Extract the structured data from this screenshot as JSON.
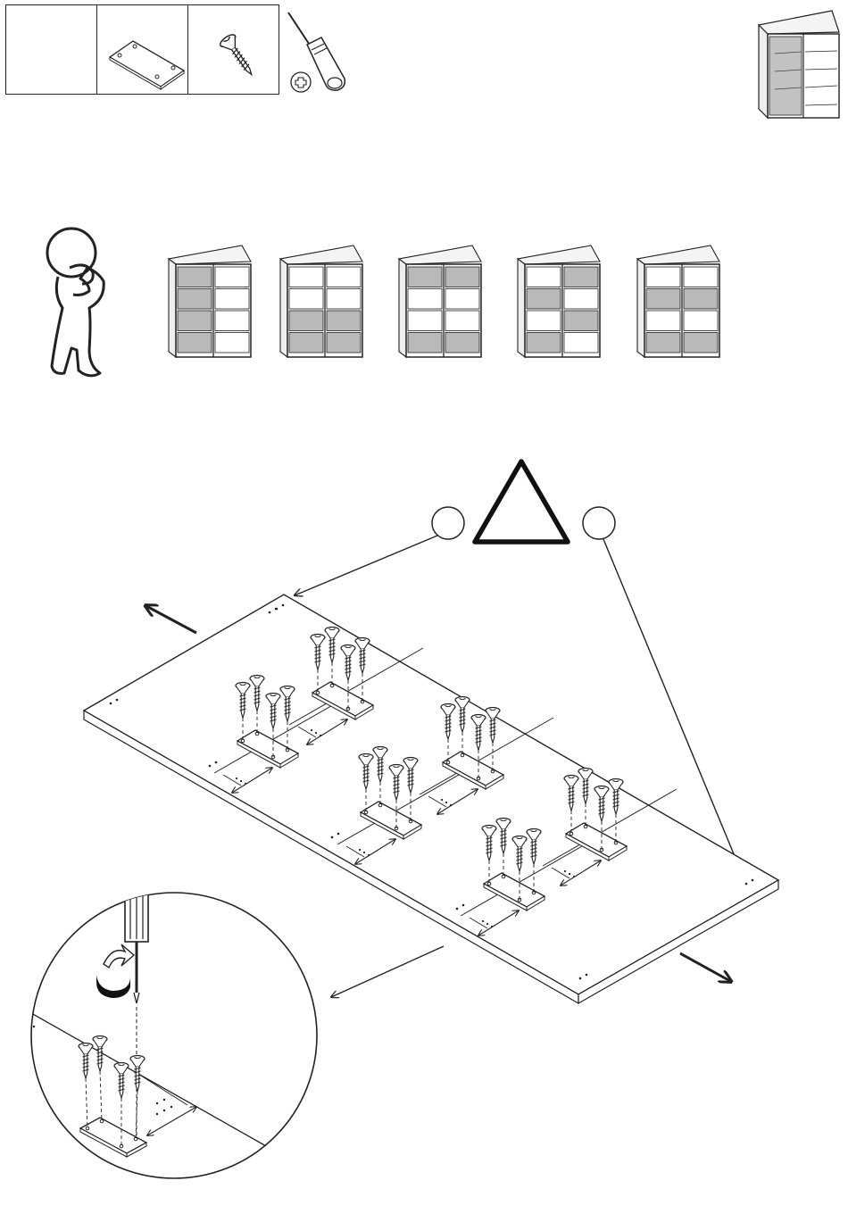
{
  "parts_table": {
    "cells": [
      {
        "name": "empty-cell",
        "count": ""
      },
      {
        "name": "mounting-plate",
        "count": ""
      },
      {
        "name": "screw",
        "count": ""
      }
    ]
  },
  "tool": {
    "name": "phillips-screwdriver",
    "tip_symbol": "⊕"
  },
  "colors": {
    "line": "#222222",
    "panel_fill": "#ffffff",
    "shaded_panel": "#b9b9b9",
    "frame": "#f4f4f4"
  },
  "wardrobe_variants": {
    "count": 5,
    "note_icon": "thinking-person-icon",
    "patterns": [
      {
        "left": [
          1,
          1,
          1,
          1
        ],
        "right": [
          0,
          0,
          0,
          0
        ]
      },
      {
        "left": [
          0,
          0,
          1,
          1
        ],
        "right": [
          0,
          0,
          1,
          1
        ]
      },
      {
        "left": [
          1,
          0,
          0,
          1
        ],
        "right": [
          1,
          0,
          0,
          1
        ]
      },
      {
        "left": [
          0,
          1,
          0,
          1
        ],
        "right": [
          1,
          0,
          1,
          0
        ]
      },
      {
        "left": [
          0,
          1,
          0,
          1
        ],
        "right": [
          0,
          1,
          0,
          1
        ]
      }
    ]
  },
  "warning": {
    "icon": "warning-triangle-icon",
    "callout_left": "",
    "callout_right": ""
  },
  "assembly": {
    "plates": 6,
    "screws_per_plate": 4,
    "arrows": [
      "arrow-upper-left",
      "arrow-lower-right"
    ],
    "detail_view": "magnified-detail-circle"
  }
}
